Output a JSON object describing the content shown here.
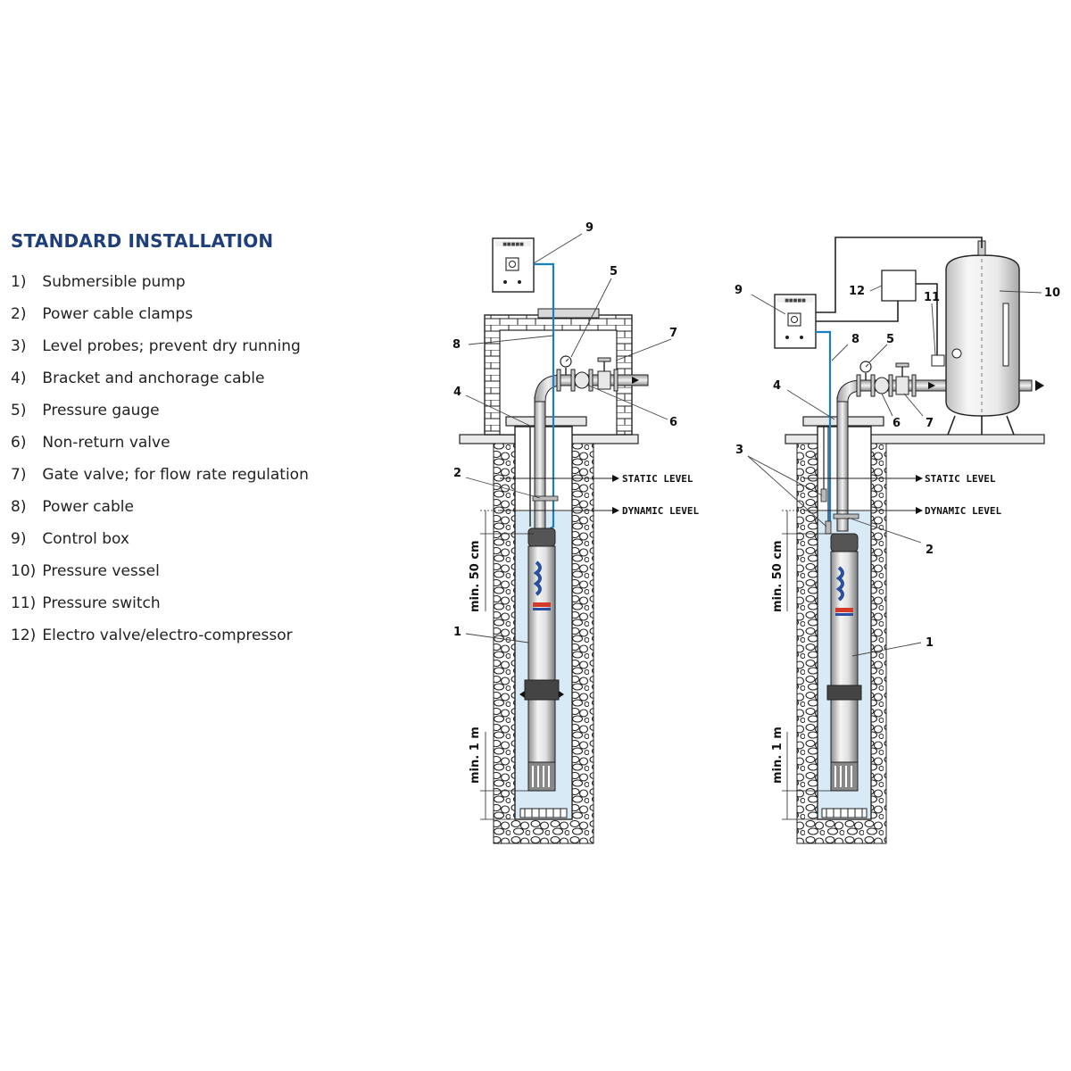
{
  "title": "STANDARD INSTALLATION",
  "legend": [
    {
      "num": "1)",
      "text": "Submersible pump"
    },
    {
      "num": "2)",
      "text": "Power cable clamps"
    },
    {
      "num": "3)",
      "text": "Level probes; prevent dry running"
    },
    {
      "num": "4)",
      "text": "Bracket and anchorage cable"
    },
    {
      "num": "5)",
      "text": "Pressure gauge"
    },
    {
      "num": "6)",
      "text": "Non-return valve"
    },
    {
      "num": "7)",
      "text": "Gate valve; for flow rate regulation"
    },
    {
      "num": "8)",
      "text": "Power cable"
    },
    {
      "num": "9)",
      "text": "Control box"
    },
    {
      "num": "10)",
      "text": "Pressure vessel"
    },
    {
      "num": "11)",
      "text": "Pressure switch"
    },
    {
      "num": "12)",
      "text": "Electro valve/electro-compressor"
    }
  ],
  "labels": {
    "static_level": "STATIC LEVEL",
    "dynamic_level": "DYNAMIC LEVEL",
    "min_50cm": "min. 50 cm",
    "min_1m": "min. 1 m"
  },
  "callouts": {
    "n1": "1",
    "n2": "2",
    "n3": "3",
    "n4": "4",
    "n5": "5",
    "n6": "6",
    "n7": "7",
    "n8": "8",
    "n9": "9",
    "n10": "10",
    "n11": "11",
    "n12": "12"
  },
  "colors": {
    "title": "#1f3f7a",
    "water": "#d7eaf6",
    "cable": "#1a7fc1",
    "line": "#222222",
    "pump_brand": "#2a4fa0",
    "pump_accent": "#d23a2a"
  }
}
